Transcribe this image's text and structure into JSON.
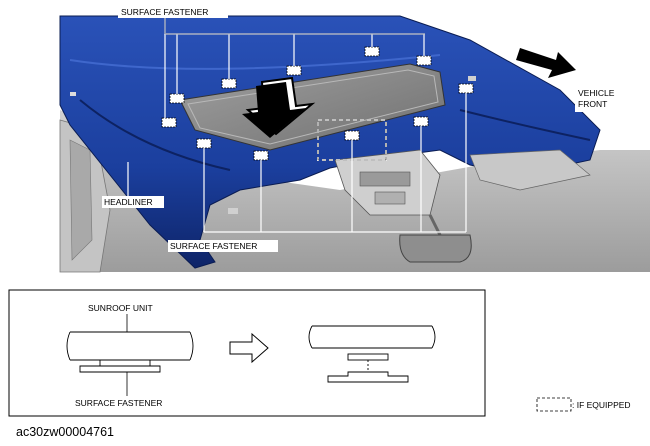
{
  "callouts": {
    "surface_fastener_top": "SURFACE FASTENER",
    "surface_fastener_bottom": "SURFACE FASTENER",
    "headliner": "HEADLINER",
    "vehicle_front_line1": "VEHICLE",
    "vehicle_front_line2": "FRONT"
  },
  "detail_panel": {
    "sunroof_unit": "SUNROOF UNIT",
    "surface_fastener": "SURFACE FASTENER"
  },
  "legend": {
    "if_equipped": ": IF EQUIPPED"
  },
  "figure_code": "ac30zw00004761",
  "colors": {
    "headliner_blue": "#1b3f9e",
    "headliner_dark": "#0e2468",
    "interior_gray": "#b9b9b9",
    "sunroof_gray": "#8a8a8a"
  }
}
